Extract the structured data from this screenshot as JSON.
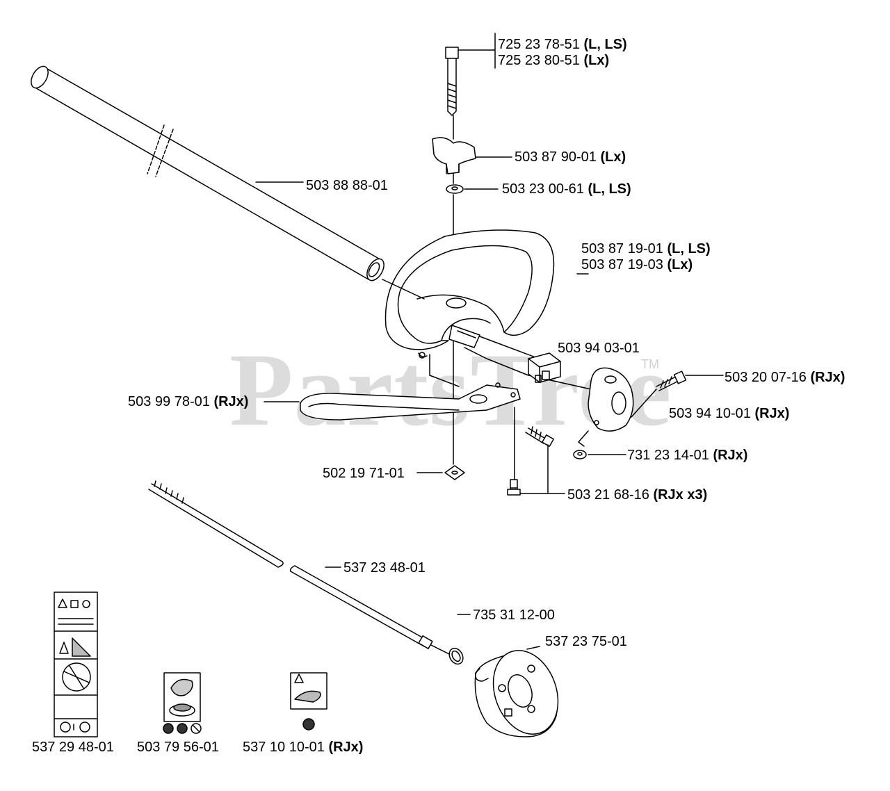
{
  "watermark": {
    "text": "PartsTree",
    "tm": "TM"
  },
  "parts": [
    {
      "id": "bolt",
      "number": "725 23 78-51",
      "variant": "(L, LS)"
    },
    {
      "id": "bolt-alt",
      "number": "725 23 80-51",
      "variant": "(Lx)"
    },
    {
      "id": "wing-knob",
      "number": "503 87 90-01",
      "variant": "(Lx)"
    },
    {
      "id": "washer",
      "number": "503 23 00-61",
      "variant": "(L, LS)"
    },
    {
      "id": "tube",
      "number": "503 88 88-01",
      "variant": ""
    },
    {
      "id": "handle",
      "number": "503 87 19-01",
      "variant": "(L, LS)"
    },
    {
      "id": "handle-alt",
      "number": "503 87 19-03",
      "variant": "(Lx)"
    },
    {
      "id": "clamp",
      "number": "503 94 03-01",
      "variant": ""
    },
    {
      "id": "screw-a",
      "number": "503 20 07-16",
      "variant": "(RJx)"
    },
    {
      "id": "cover",
      "number": "503 94 10-01",
      "variant": "(RJx)"
    },
    {
      "id": "guard-bar",
      "number": "503 99 78-01",
      "variant": "(RJx)"
    },
    {
      "id": "nut",
      "number": "731 23 14-01",
      "variant": "(RJx)"
    },
    {
      "id": "square-nut",
      "number": "502 19 71-01",
      "variant": ""
    },
    {
      "id": "screw-b",
      "number": "503 21 68-16",
      "variant": "(RJx x3)"
    },
    {
      "id": "shaft",
      "number": "537 23 48-01",
      "variant": ""
    },
    {
      "id": "oring",
      "number": "735 31 12-00",
      "variant": ""
    },
    {
      "id": "drum",
      "number": "537 23 75-01",
      "variant": ""
    },
    {
      "id": "decal-a",
      "number": "537 29 48-01",
      "variant": ""
    },
    {
      "id": "decal-b",
      "number": "503 79 56-01",
      "variant": ""
    },
    {
      "id": "decal-c",
      "number": "537 10 10-01",
      "variant": "(RJx)"
    }
  ]
}
